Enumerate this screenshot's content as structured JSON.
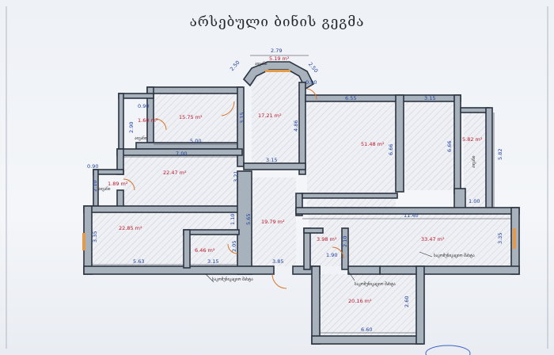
{
  "title": "არსებული ბინის გეგმა",
  "rooms": [
    {
      "id": "kitchen-top",
      "area": "5.19 m²"
    },
    {
      "id": "room-a",
      "area": "15.75 m²"
    },
    {
      "id": "room-b",
      "area": "17.21 m²"
    },
    {
      "id": "hall-big",
      "area": "51.48 m²"
    },
    {
      "id": "room-right",
      "area": "5.82 m²"
    },
    {
      "id": "room-left-small",
      "area": "1.60 m²"
    },
    {
      "id": "room-c",
      "area": "22.47 m²"
    },
    {
      "id": "room-left-small2",
      "area": "1.89 m²"
    },
    {
      "id": "room-d",
      "area": "22.85 m²"
    },
    {
      "id": "corridor",
      "area": "19.79 m²"
    },
    {
      "id": "room-e",
      "area": "6.46 m²"
    },
    {
      "id": "room-f",
      "area": "3.98 m²"
    },
    {
      "id": "room-g",
      "area": "33.47 m²"
    },
    {
      "id": "room-h",
      "area": "20.16 m²"
    }
  ],
  "dimensions": [
    "2.79",
    "2.50",
    "2.50",
    "0.90",
    "0.90",
    "6.55",
    "3.15",
    "3.15",
    "4.86",
    "6.66",
    "6.66",
    "5.82",
    "2.90",
    "5.00",
    "7.00",
    "3.21",
    "0.90",
    "2.10",
    "1.00",
    "3.15",
    "11.40",
    "1.10",
    "5.65",
    "3.35",
    "3.35",
    "5.63",
    "3.15",
    "2.05",
    "3.85",
    "1.90",
    "2.10",
    "6.60",
    "2.60"
  ],
  "room_labels": [
    "აივანი",
    "აივანი",
    "აივანი",
    "აივანი"
  ],
  "notes": [
    "საკომუნიკაციო შახტა",
    "საკომუნიკაციო შახტა",
    "საკომუნიკაციო შახტა"
  ]
}
